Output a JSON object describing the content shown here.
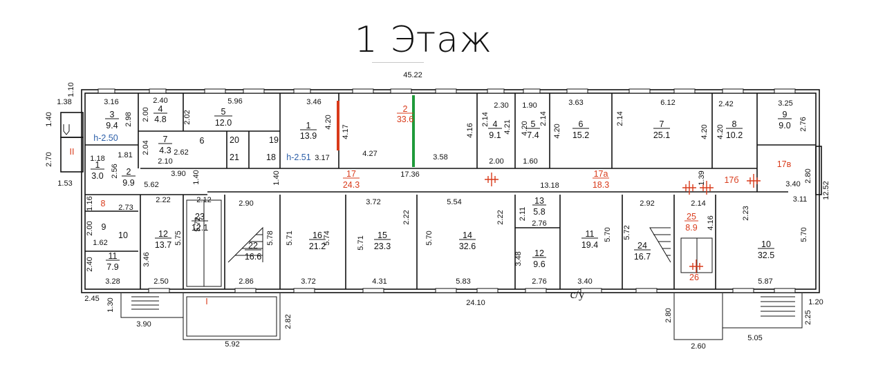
{
  "title": "1 Этаж",
  "overall": {
    "width": "45.22",
    "bottom_width": "24.10",
    "corridor_length": "13.18",
    "corridor_len_left": "17.36"
  },
  "colors": {
    "red": "#d93a1a",
    "blue": "#2b5ea8",
    "green": "#1f9a3a",
    "wall": "#111111"
  },
  "rooms": [
    {
      "id": "r1",
      "no": "1",
      "area": "13.9"
    },
    {
      "id": "r2",
      "no": "2",
      "area": "33.6"
    },
    {
      "id": "r3",
      "no": "3",
      "area": "9.4"
    },
    {
      "id": "r4",
      "no": "4",
      "area": "4.8"
    },
    {
      "id": "r4b",
      "no": "4",
      "area": "9.1"
    },
    {
      "id": "r5",
      "no": "5",
      "area": "12.0"
    },
    {
      "id": "r5b",
      "no": "5",
      "area": "7.4"
    },
    {
      "id": "r6",
      "no": "6",
      "area": "15.2"
    },
    {
      "id": "r7",
      "no": "7",
      "area": "4.3"
    },
    {
      "id": "r7b",
      "no": "7",
      "area": "25.1"
    },
    {
      "id": "r8",
      "no": "8",
      "area": "10.2"
    },
    {
      "id": "r9",
      "no": "9",
      "area": "9.0"
    },
    {
      "id": "r10",
      "no": "10",
      "area": "32.5"
    },
    {
      "id": "r11",
      "no": "11",
      "area": "19.4"
    },
    {
      "id": "r11b",
      "no": "11",
      "area": "7.9"
    },
    {
      "id": "r12",
      "no": "12",
      "area": "13.7"
    },
    {
      "id": "r12b",
      "no": "12",
      "area": "9.6"
    },
    {
      "id": "r13",
      "no": "13",
      "area": "5.8"
    },
    {
      "id": "r14",
      "no": "14",
      "area": "32.6"
    },
    {
      "id": "r15",
      "no": "15",
      "area": "23.3"
    },
    {
      "id": "r16",
      "no": "16",
      "area": "21.2"
    },
    {
      "id": "r17",
      "no": "17",
      "area": "24.3"
    },
    {
      "id": "r17a",
      "no": "17а",
      "area": "18.3"
    },
    {
      "id": "r22",
      "no": "22",
      "area": "16.6"
    },
    {
      "id": "r23",
      "no": "23",
      "area": "12.1"
    },
    {
      "id": "r24",
      "no": "24",
      "area": "16.7"
    },
    {
      "id": "r25",
      "no": "25",
      "area": "8.9"
    },
    {
      "id": "rbl1",
      "no": "1",
      "area": "3.0"
    },
    {
      "id": "rbl2",
      "no": "2",
      "area": "9.9"
    }
  ],
  "labels": {
    "r17b": "17б",
    "r17v": "17в",
    "r26": "26",
    "r8small": "8",
    "r9small": "9",
    "r10small": "10",
    "r6small": "6",
    "r20": "20",
    "r21": "21",
    "r18": "18",
    "r19": "19",
    "h_left": "h-2.50",
    "h_mid": "h-2.51",
    "stairI": "I",
    "stairII": "II",
    "cy": "с/у"
  },
  "dims": [
    "1.38",
    "1.10",
    "1.40",
    "2.70",
    "1.53",
    "3.16",
    "2.40",
    "5.96",
    "2.98",
    "2.00",
    "2.02",
    "2.04",
    "2.62",
    "2.10",
    "3.46",
    "4.20",
    "4.17",
    "4.27",
    "3.58",
    "4.16",
    "2.30",
    "2.14",
    "4.21",
    "1.90",
    "4.20",
    "2.14",
    "3.63",
    "4.20",
    "6.12",
    "2.14",
    "4.20",
    "2.42",
    "4.20",
    "3.25",
    "2.76",
    "1.18",
    "1.81",
    "2.56",
    "3.90",
    "1.40",
    "1.40",
    "3.17",
    "2.00",
    "1.60",
    "1.39",
    "3.40",
    "2.80",
    "12.52",
    "5.62",
    "2.73",
    "2.22",
    "2.12",
    "2.90",
    "3.72",
    "5.54",
    "2.92",
    "2.14",
    "3.11",
    "1.16",
    "2.00",
    "1.62",
    "3.46",
    "5.75",
    "5.72",
    "5.78",
    "5.71",
    "5.74",
    "5.71",
    "2.22",
    "5.70",
    "2.22",
    "2.11",
    "2.76",
    "5.70",
    "5.72",
    "4.16",
    "2.23",
    "5.70",
    "2.40",
    "3.28",
    "2.50",
    "2.86",
    "3.72",
    "4.31",
    "5.83",
    "3.48",
    "2.76",
    "3.40",
    "5.87",
    "2.45",
    "1.30",
    "3.90",
    "2.82",
    "5.92",
    "2.80",
    "2.60",
    "5.05",
    "1.20",
    "2.25"
  ]
}
